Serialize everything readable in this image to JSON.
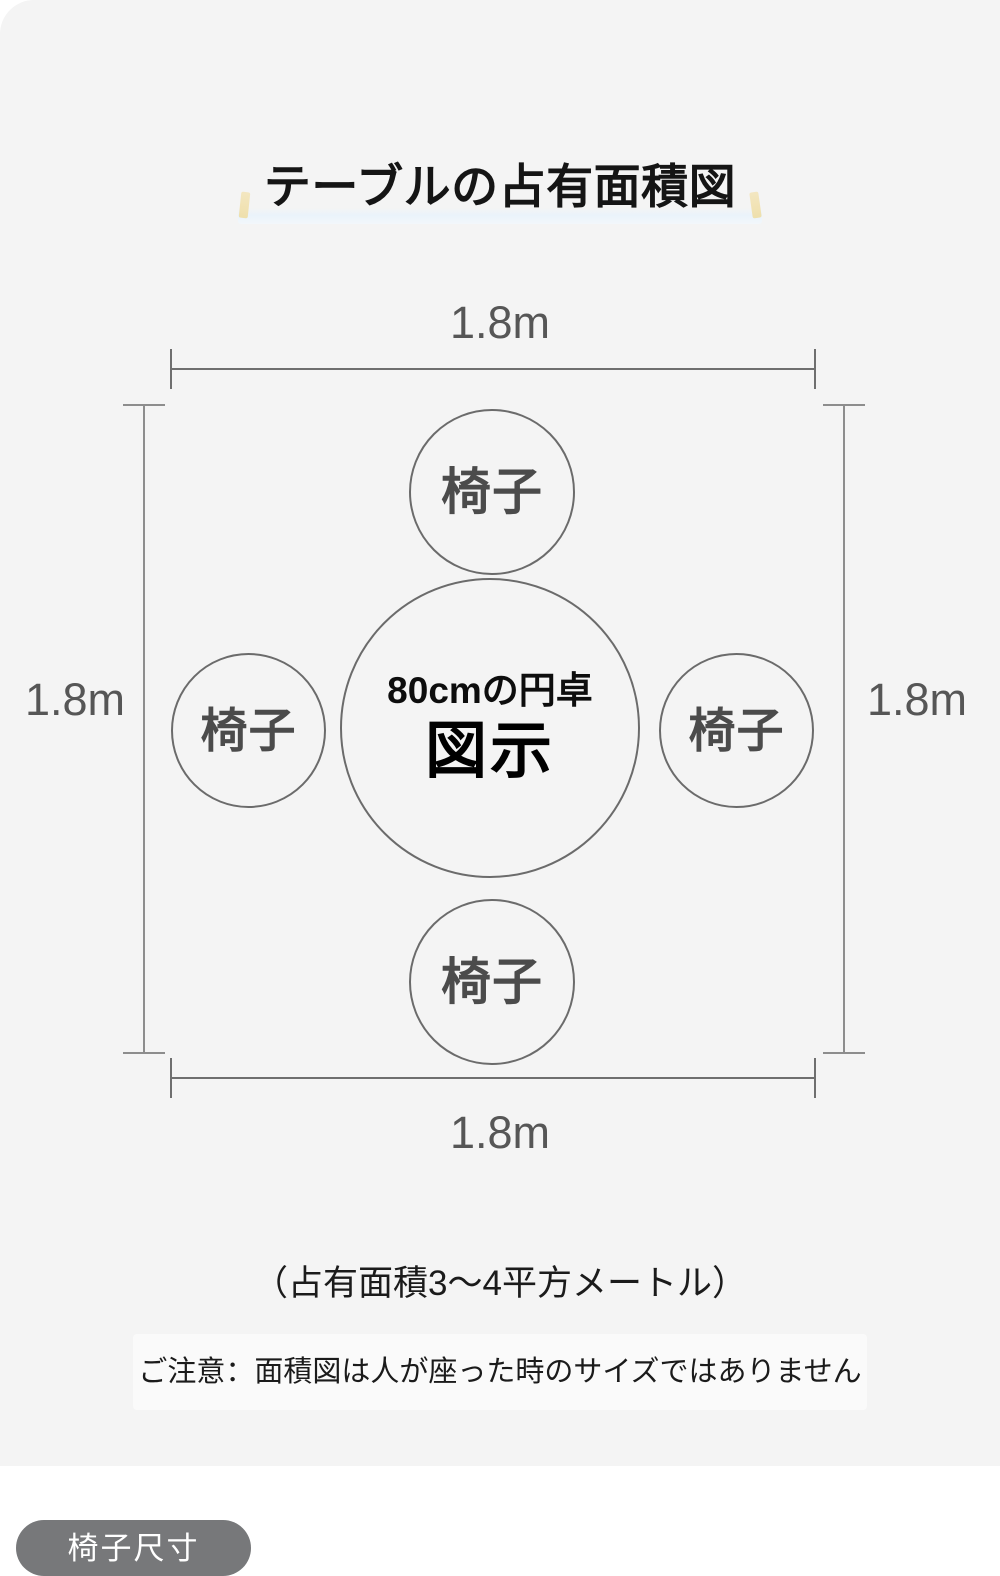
{
  "title": {
    "text": "テーブルの占有面積図",
    "highlight_color": "#eaf3fb",
    "mark_color": "#efdc9e"
  },
  "chart_data": {
    "type": "diagram",
    "title": "テーブルの占有面積図",
    "subtitle": "（占有面積3〜4平方メートル）",
    "note": "ご注意：面積図は人が座った時のサイズではありません",
    "footprint": {
      "width_label": "1.8m",
      "height_label": "1.8m",
      "width_m": 1.8,
      "height_m": 1.8,
      "area_label": "3〜4平方メートル"
    },
    "dimensions": {
      "top": "1.8m",
      "bottom": "1.8m",
      "left": "1.8m",
      "right": "1.8m"
    },
    "table": {
      "diameter_label": "80cmの円卓",
      "diameter_cm": 80,
      "caption": "図示",
      "shape": "circle"
    },
    "chairs": [
      {
        "position": "top",
        "label": "椅子"
      },
      {
        "position": "left",
        "label": "椅子"
      },
      {
        "position": "right",
        "label": "椅子"
      },
      {
        "position": "bottom",
        "label": "椅子"
      }
    ],
    "colors": {
      "background": "#f4f4f4",
      "stroke": "#6b6b6b",
      "dimension_line": "#6f6f6f",
      "dimension_text": "#565656",
      "chair_text": "#4b4b4b",
      "table_text": "#000000"
    }
  },
  "bottom_bar": {
    "pill_label": "椅子尺寸"
  }
}
